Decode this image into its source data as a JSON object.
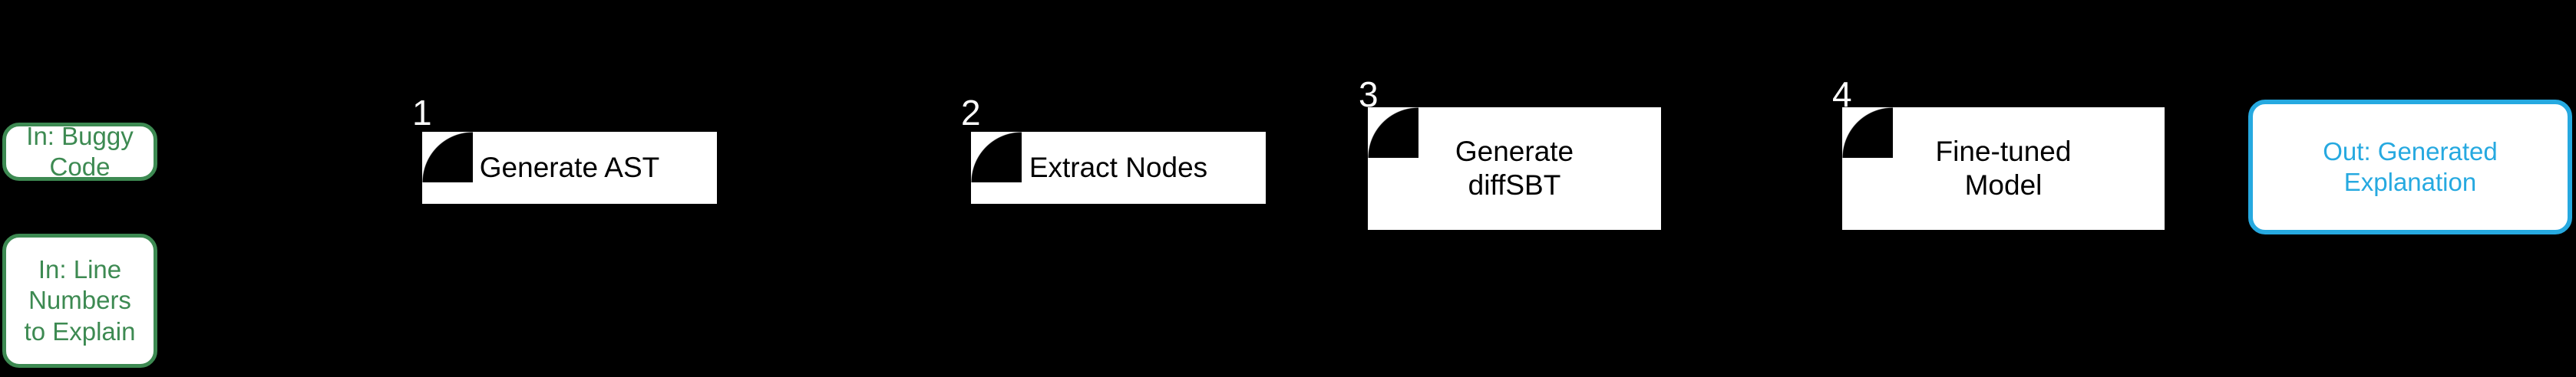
{
  "diagram": {
    "background_color": "#000000",
    "inputs": [
      {
        "id": "in-buggy-code",
        "label": "In: Buggy Code",
        "border_color": "#3d8a52",
        "text_color": "#3d8a52"
      },
      {
        "id": "in-line-numbers",
        "label": "In: Line Numbers\nto Explain",
        "border_color": "#3d8a52",
        "text_color": "#3d8a52"
      }
    ],
    "steps": [
      {
        "number": "1",
        "label": "Generate AST"
      },
      {
        "number": "2",
        "label": "Extract Nodes"
      },
      {
        "number": "3",
        "label": "Generate\ndiffSBT"
      },
      {
        "number": "4",
        "label": "Fine-tuned\nModel"
      }
    ],
    "outputs": [
      {
        "id": "out-explanation",
        "label": "Out: Generated\nExplanation",
        "border_color": "#26a9e0",
        "text_color": "#26a9e0"
      }
    ]
  }
}
